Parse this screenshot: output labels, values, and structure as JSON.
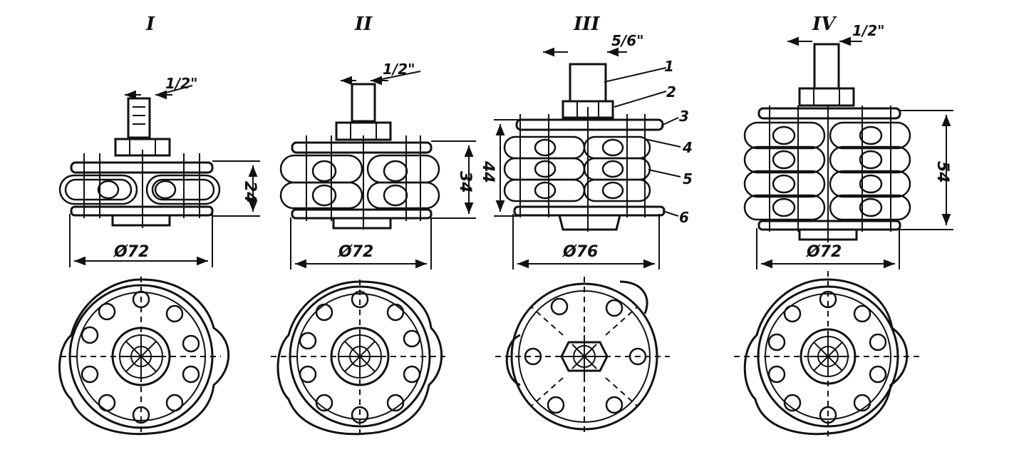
{
  "figure": {
    "variants": [
      {
        "numeral": "I",
        "thread": "1/2\"",
        "height": "24",
        "diameter": "Ø72"
      },
      {
        "numeral": "II",
        "thread": "1/2\"",
        "height": "34",
        "diameter": "Ø72"
      },
      {
        "numeral": "III",
        "thread": "5/6\"",
        "height": "44",
        "diameter": "Ø76"
      },
      {
        "numeral": "IV",
        "thread": "1/2\"",
        "height": "54",
        "diameter": "Ø72"
      }
    ],
    "callouts": [
      "1",
      "2",
      "3",
      "4",
      "5",
      "6"
    ]
  }
}
